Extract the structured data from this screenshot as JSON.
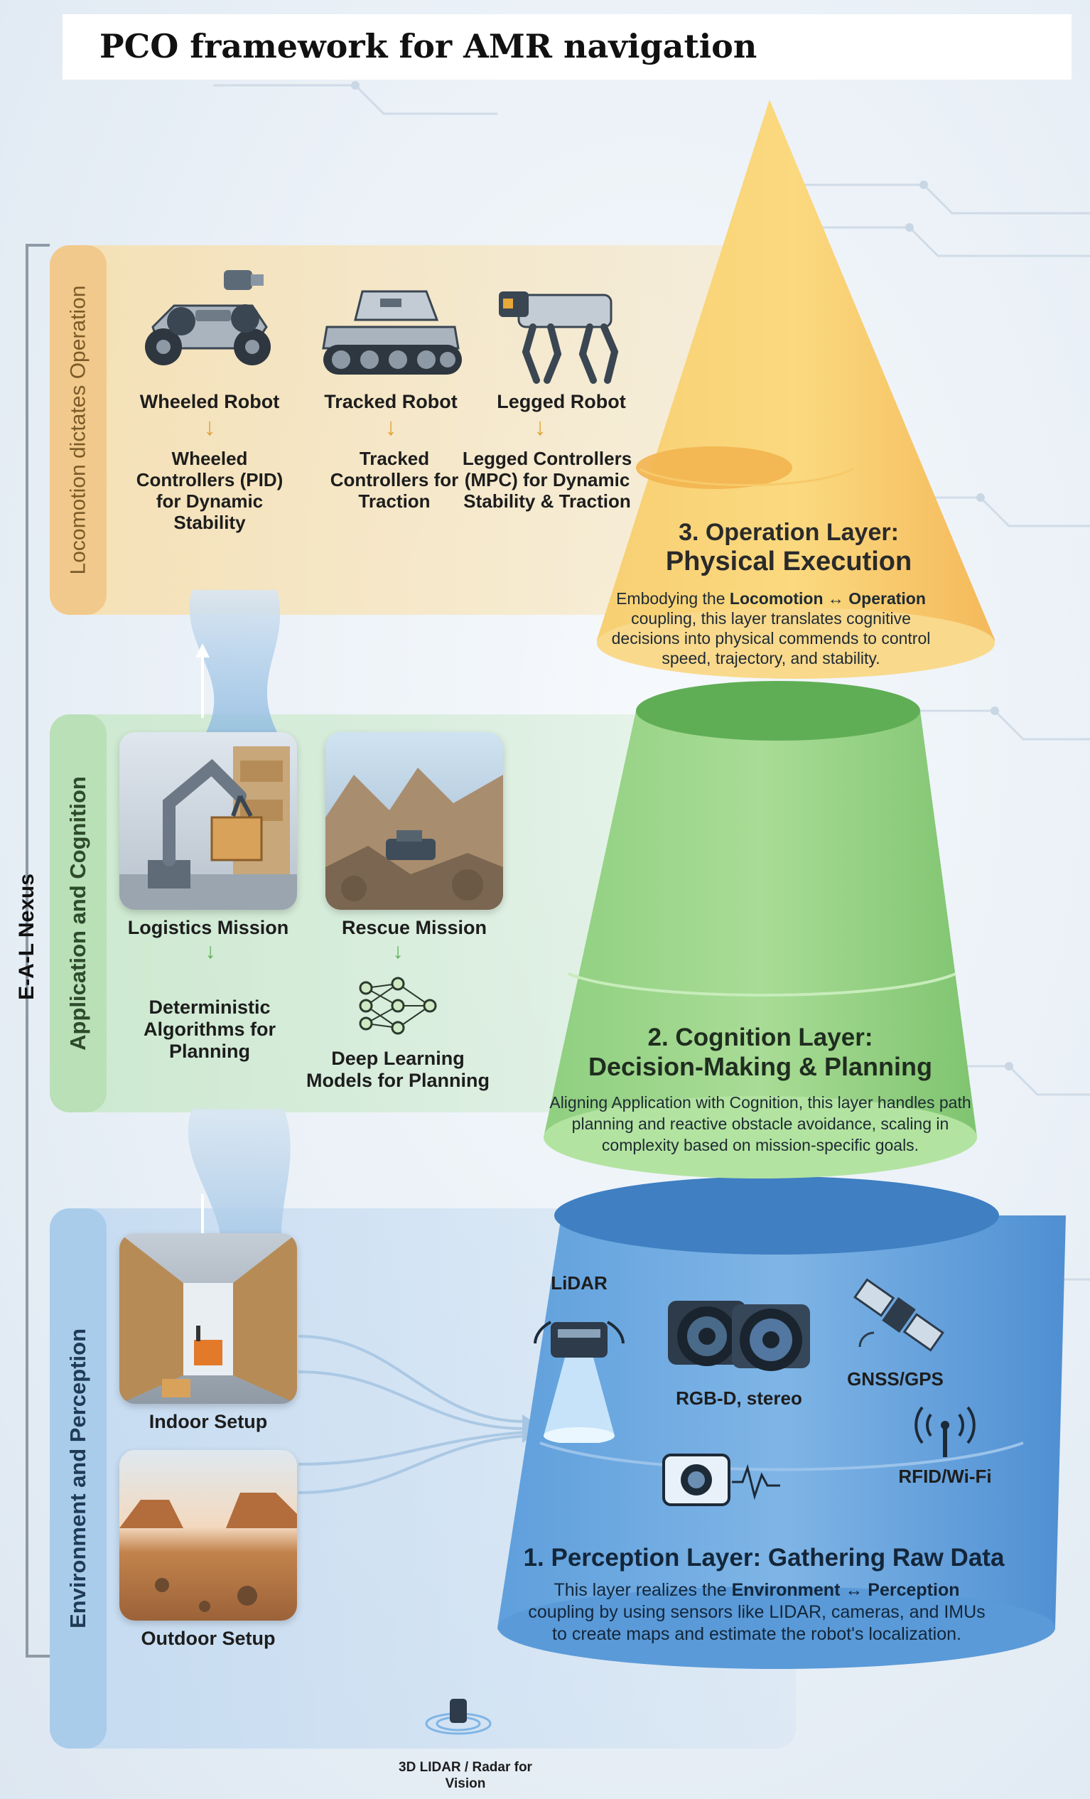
{
  "title": "PCO framework for AMR navigation",
  "nexus_label": "E-A-L Nexus",
  "bands": {
    "operation": "Locomotion dictates Operation",
    "cognition": "Application and Cognition",
    "perception": "Environment and Perception"
  },
  "locomotion": {
    "wheeled": {
      "name": "Wheeled Robot",
      "controller": "Wheeled Controllers (PID) for Dynamic Stability"
    },
    "tracked": {
      "name": "Tracked Robot",
      "controller": "Tracked Controllers for Traction"
    },
    "legged": {
      "name": "Legged Robot",
      "controller": "Legged Controllers (MPC) for Dynamic Stability & Traction"
    }
  },
  "missions": {
    "logistics": {
      "name": "Logistics Mission",
      "method": "Deterministic Algorithms for Planning"
    },
    "rescue": {
      "name": "Rescue Mission",
      "method": "Deep Learning Models for Planning"
    }
  },
  "setups": {
    "indoor": "Indoor Setup",
    "outdoor": "Outdoor Setup"
  },
  "layers": {
    "operation": {
      "title_line1": "3. Operation Layer:",
      "title_line2": "Physical Execution",
      "desc_pre": "Embodying the ",
      "desc_bold": "Locomotion ↔ Operation",
      "desc_post": " coupling, this layer translates cognitive decisions into physical commends to control speed, trajectory, and stability."
    },
    "cognition": {
      "title_line1": "2. Cognition Layer:",
      "title_line2": "Decision-Making & Planning",
      "desc": "Aligning Application with Cognition, this layer handles path planning and reactive obstacle avoidance, scaling in complexity based on mission-specific goals."
    },
    "perception": {
      "title": "1. Perception Layer: Gathering Raw Data",
      "desc_pre": "This layer realizes the ",
      "desc_bold": "Environment ↔ Perception",
      "desc_post": " coupling by using sensors like LIDAR, cameras, and IMUs to create maps and estimate the robot's localization."
    }
  },
  "sensors": {
    "lidar": "LiDAR",
    "rgbd": "RGB-D, stereo",
    "gnss": "GNSS/GPS",
    "rfid": "RFID/Wi-Fi",
    "lidar3d": "3D LIDAR / Radar for Vision"
  }
}
